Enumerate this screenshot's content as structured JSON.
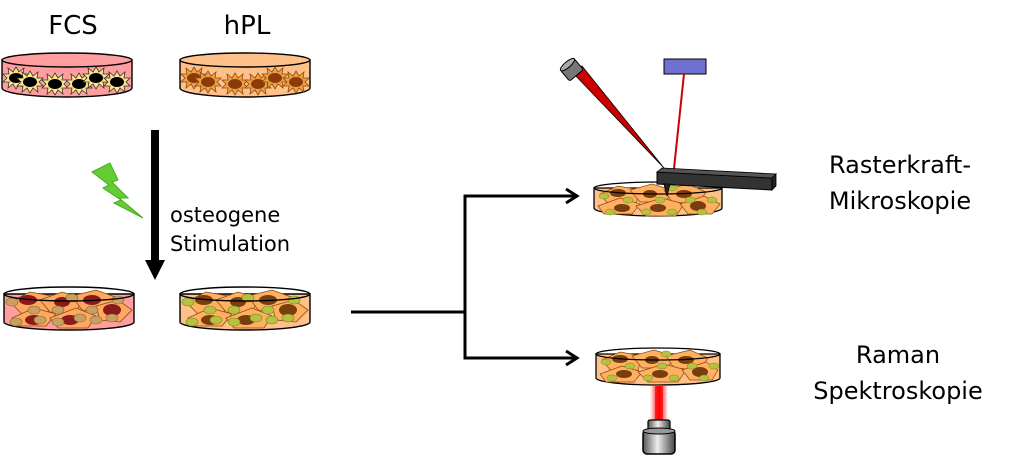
{
  "labels": {
    "fcs": "FCS",
    "hpl": "hPL",
    "stimulation_line1": "osteogene",
    "stimulation_line2": "Stimulation",
    "afm_line1": "Rasterkraft-",
    "afm_line2": "Mikroskopie",
    "raman_line1": "Raman",
    "raman_line2": "Spektroskopie"
  },
  "colors": {
    "fcs_medium": "#ff9e9e",
    "hpl_medium": "#ffc08a",
    "fcs_cell_star": "#ffe58a",
    "fcs_cell_nucleus": "#000000",
    "hpl_cell_star": "#f0a040",
    "hpl_cell_nucleus": "#8b3a0a",
    "osteo_cell": "#ffb060",
    "fcs_nucleus_diff": "#8b1a1a",
    "hpl_nucleus_diff": "#7a3d10",
    "mineral_nodule_fcs": "#c8a060",
    "mineral_nodule_hpl": "#b8c040",
    "laser": "#cc0000",
    "detector": "#7070d0",
    "cantilever": "#333333",
    "lightning": "#66cc33"
  },
  "icons": {
    "stimulus": "lightning-bolt-icon",
    "afm_laser": "laser-pointer-icon",
    "afm_detector": "photodetector-icon",
    "afm_cantilever": "cantilever-icon",
    "raman_objective": "microscope-objective-icon"
  }
}
